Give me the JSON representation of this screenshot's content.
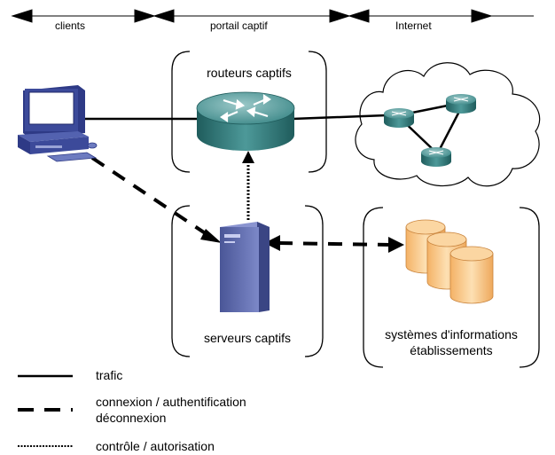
{
  "zones": {
    "clients": "clients",
    "portail": "portail captif",
    "internet": "Internet"
  },
  "boxes": {
    "routeurs": "routeurs captifs",
    "serveurs": "serveurs captifs",
    "systemes_line1": "systèmes d'informations",
    "systemes_line2": "établissements"
  },
  "legend": {
    "trafic": "trafic",
    "connexion_line1": "connexion / authentification",
    "connexion_line2": "déconnexion",
    "controle": "contrôle / autorisation"
  },
  "colors": {
    "router": "#3f8a8a",
    "server": "#5a66a8",
    "database": "#f6c98a",
    "computer": "#3c4a9a"
  }
}
